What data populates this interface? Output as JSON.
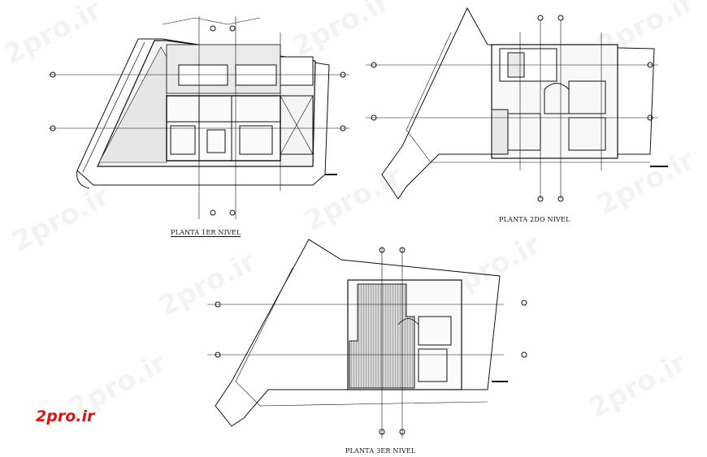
{
  "drawing": {
    "plans": [
      {
        "id": "plan-1",
        "label": "PLANTA 1ER NIVEL"
      },
      {
        "id": "plan-2",
        "label": "PLANTA 2DO NIVEL"
      },
      {
        "id": "plan-3",
        "label": "PLANTA 3ER NIVEL"
      }
    ],
    "watermark_text": "2pro.ir",
    "logo_text": "2pro.ir",
    "colors": {
      "line": "#111111",
      "logo": "#e01313",
      "watermark": "#e8ece8"
    }
  }
}
